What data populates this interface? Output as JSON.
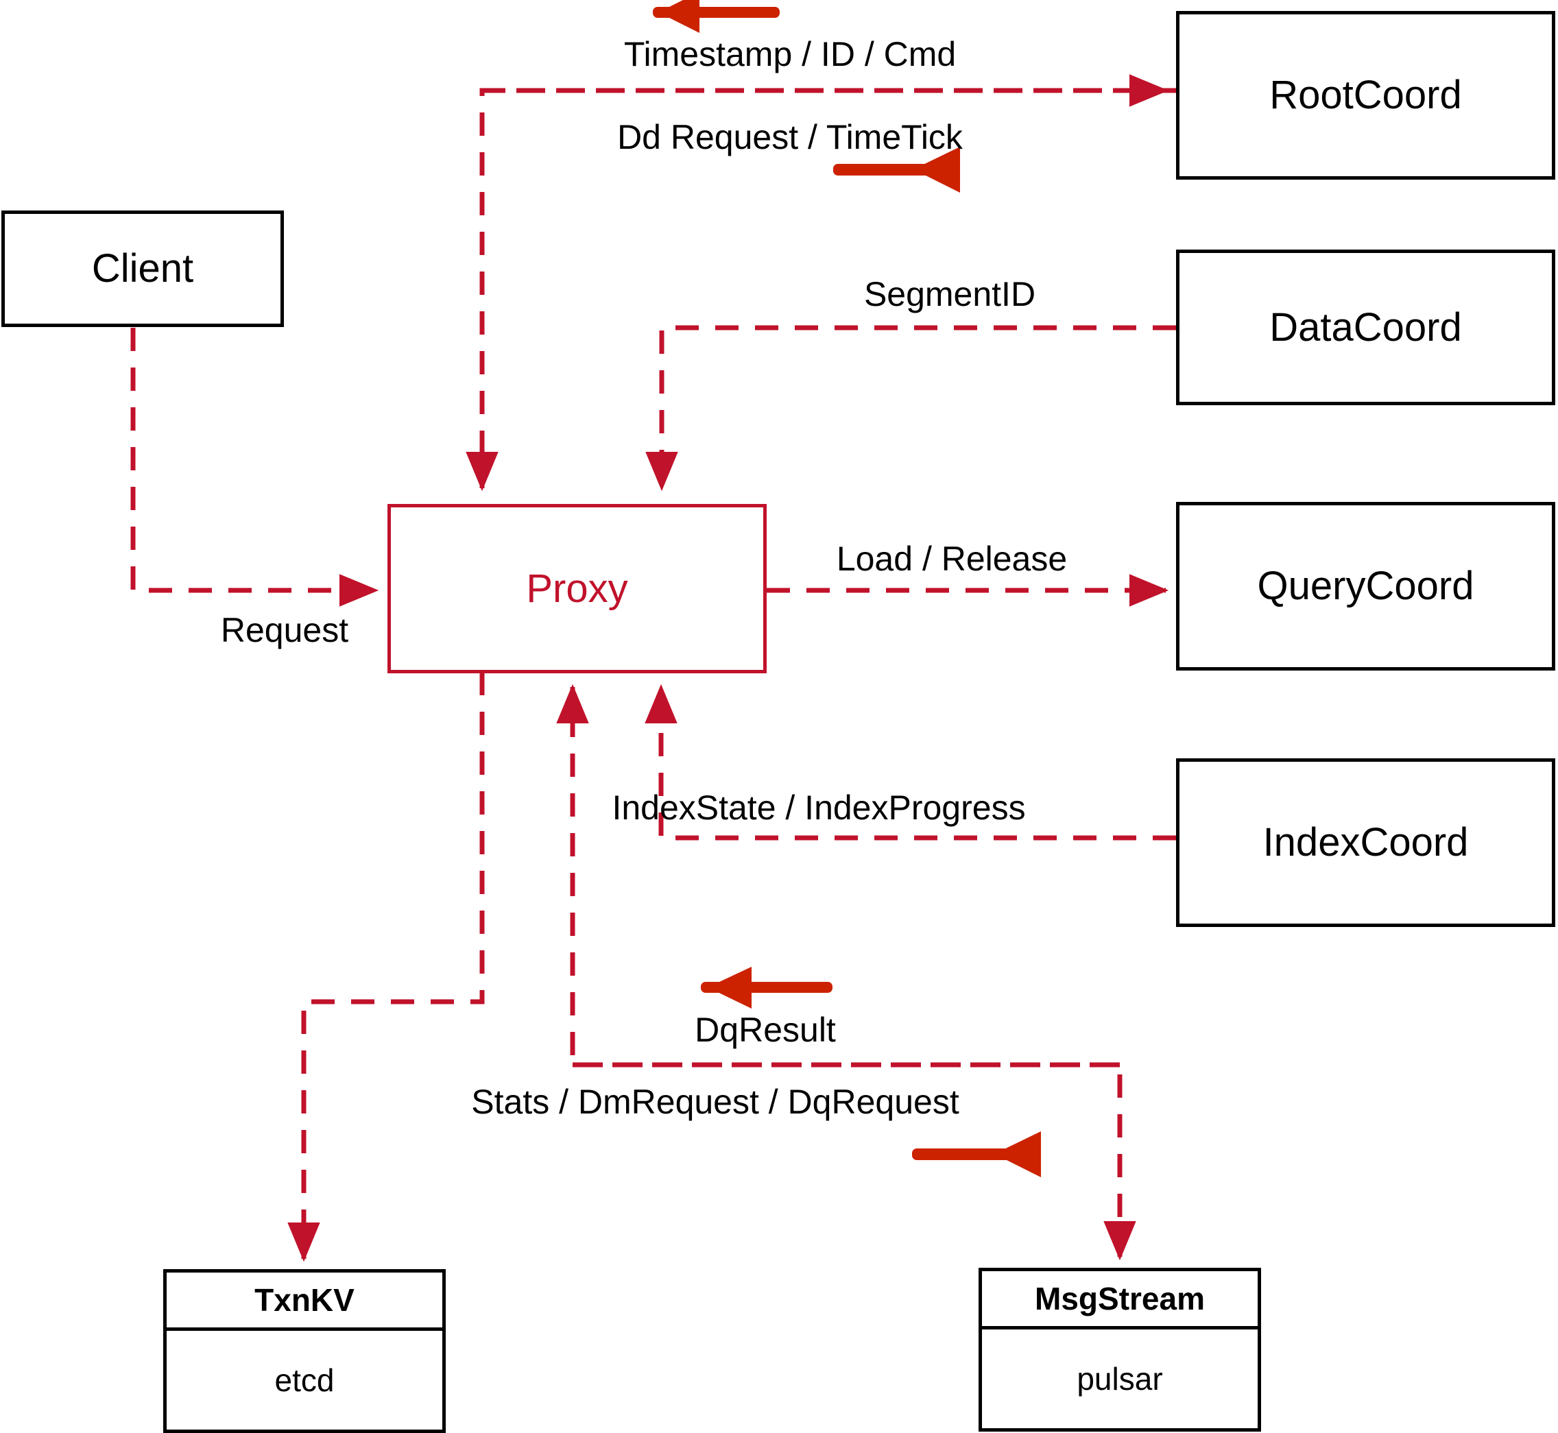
{
  "diagram": {
    "title": "Milvus Proxy interaction diagram",
    "accent_color": "#C1122B",
    "arrow_color": "#CC2200",
    "node_border_color": "#000000",
    "background": "#ffffff"
  },
  "nodes": {
    "client": {
      "label": "Client"
    },
    "proxy": {
      "label": "Proxy"
    },
    "root_coord": {
      "label": "RootCoord"
    },
    "data_coord": {
      "label": "DataCoord"
    },
    "query_coord": {
      "label": "QueryCoord"
    },
    "index_coord": {
      "label": "IndexCoord"
    },
    "txnkv": {
      "header": "TxnKV",
      "body": "etcd"
    },
    "msgstream": {
      "header": "MsgStream",
      "body": "pulsar"
    }
  },
  "edge_labels": {
    "timestamp_id_cmd": "Timestamp / ID / Cmd",
    "dd_request_timetick": "Dd Request / TimeTick",
    "segment_id": "SegmentID",
    "request": "Request",
    "load_release": "Load / Release",
    "index_state_progress": "IndexState / IndexProgress",
    "dq_result": "DqResult",
    "stats_dm_dq_request": "Stats / DmRequest / DqRequest"
  },
  "direction_arrows": [
    {
      "name": "timestamp-id-cmd-direction",
      "points": "left"
    },
    {
      "name": "dd-request-timetick-direction",
      "points": "right"
    },
    {
      "name": "dq-result-direction",
      "points": "left"
    },
    {
      "name": "stats-dm-dq-request-direction",
      "points": "right"
    }
  ],
  "connections": [
    {
      "name": "rootcoord-to-proxy",
      "from": "RootCoord",
      "to": "Proxy",
      "style": "dashed",
      "label": "Timestamp / ID / Cmd"
    },
    {
      "name": "proxy-to-rootcoord",
      "from": "Proxy",
      "to": "RootCoord",
      "style": "dashed",
      "label": "Dd Request / TimeTick"
    },
    {
      "name": "datacoord-to-proxy",
      "from": "DataCoord",
      "to": "Proxy",
      "style": "dashed",
      "label": "SegmentID"
    },
    {
      "name": "client-to-proxy",
      "from": "Client",
      "to": "Proxy",
      "style": "dashed",
      "label": "Request"
    },
    {
      "name": "proxy-to-querycoord",
      "from": "Proxy",
      "to": "QueryCoord",
      "style": "dashed",
      "label": "Load / Release"
    },
    {
      "name": "indexcoord-to-proxy",
      "from": "IndexCoord",
      "to": "Proxy",
      "style": "dashed",
      "label": "IndexState / IndexProgress"
    },
    {
      "name": "proxy-to-txnkv",
      "from": "Proxy",
      "to": "TxnKV",
      "style": "dashed",
      "label": ""
    },
    {
      "name": "msgstream-to-proxy",
      "from": "MsgStream",
      "to": "Proxy",
      "style": "dashed",
      "label": "DqResult"
    },
    {
      "name": "proxy-to-msgstream",
      "from": "Proxy",
      "to": "MsgStream",
      "style": "dashed",
      "label": "Stats / DmRequest / DqRequest"
    }
  ]
}
